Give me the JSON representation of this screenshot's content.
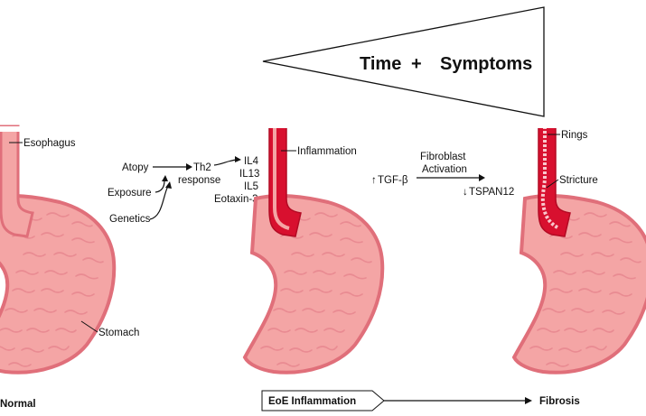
{
  "banner": {
    "time": "Time",
    "plus": "+",
    "symptoms": "Symptoms"
  },
  "normal": {
    "esophagus": "Esophagus",
    "stomach": "Stomach",
    "stage": "Normal"
  },
  "immune": {
    "atopy": "Atopy",
    "exposure": "Exposure",
    "genetics": "Genetics",
    "th2_line1": "Th2",
    "th2_line2": "response",
    "cytokines": [
      "IL4",
      "IL13",
      "IL5",
      "Eotaxin-3"
    ]
  },
  "eoe": {
    "inflammation": "Inflammation",
    "stage": "EoE Inflammation"
  },
  "fibro": {
    "tgf_arrow": "↑",
    "tgf": "TGF-β",
    "line1": "Fibroblast",
    "line2": "Activation",
    "tspan_arrow": "↓",
    "tspan": "TSPAN12"
  },
  "fibrosis": {
    "rings": "Rings",
    "stricture": "Stricture",
    "stage": "Fibrosis"
  },
  "colors": {
    "stomach_fill": "#f4a5a5",
    "stomach_edge": "#e06f7a",
    "rugae": "#e98b92",
    "inflamed": "#d8102f",
    "fibrotic_dots": "#f9c7cc"
  }
}
